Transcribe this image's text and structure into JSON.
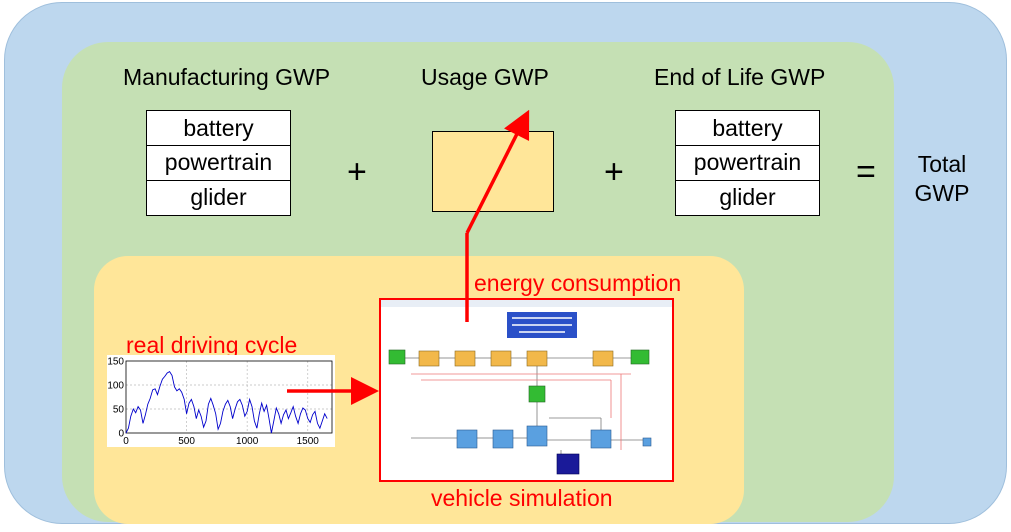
{
  "headers": {
    "manufacturing": "Manufacturing GWP",
    "usage": "Usage GWP",
    "end_of_life": "End of Life GWP"
  },
  "manufacturing_stack": [
    "battery",
    "powertrain",
    "glider"
  ],
  "end_of_life_stack": [
    "battery",
    "powertrain",
    "glider"
  ],
  "operators": {
    "plus": "+",
    "equals": "="
  },
  "total": {
    "line1": "Total",
    "line2": "GWP"
  },
  "labels": {
    "energy_consumption": "energy consumption",
    "real_driving_cycle": "real driving cycle",
    "vehicle_simulation": "vehicle simulation"
  },
  "colors": {
    "outer": "#bdd7ee",
    "green": "#c5e0b4",
    "yellow": "#ffe699",
    "arrow": "#ff0000",
    "trace": "#0000cc"
  },
  "chart_data": {
    "type": "line",
    "title": "",
    "xlabel": "",
    "ylabel": "",
    "xlim": [
      0,
      1700
    ],
    "ylim": [
      0,
      150
    ],
    "x_ticks": [
      "0",
      "500",
      "1000",
      "1500"
    ],
    "y_ticks": [
      "0",
      "50",
      "100",
      "150"
    ],
    "grid": true,
    "series": [
      {
        "x": [
          0,
          20,
          40,
          60,
          80,
          100,
          120,
          140,
          160,
          180,
          200,
          220,
          240,
          260,
          280,
          300,
          320,
          340,
          360,
          380,
          400,
          420,
          440,
          460,
          480,
          500,
          520,
          540,
          560,
          580,
          600,
          620,
          640,
          660,
          680,
          700,
          720,
          740,
          760,
          780,
          800,
          820,
          840,
          860,
          880,
          900,
          920,
          940,
          960,
          980,
          1000,
          1020,
          1040,
          1060,
          1080,
          1100,
          1120,
          1140,
          1160,
          1180,
          1200,
          1220,
          1240,
          1260,
          1280,
          1300,
          1320,
          1340,
          1360,
          1380,
          1400,
          1420,
          1440,
          1460,
          1480,
          1500,
          1520,
          1540,
          1560,
          1580,
          1600,
          1620,
          1640,
          1660
        ],
        "y": [
          0,
          10,
          35,
          50,
          42,
          55,
          48,
          20,
          38,
          60,
          72,
          90,
          92,
          80,
          97,
          112,
          118,
          125,
          128,
          120,
          96,
          88,
          92,
          85,
          70,
          40,
          62,
          70,
          55,
          30,
          48,
          35,
          12,
          25,
          60,
          72,
          58,
          40,
          8,
          20,
          45,
          60,
          68,
          55,
          30,
          50,
          65,
          70,
          58,
          35,
          45,
          70,
          55,
          25,
          10,
          40,
          62,
          45,
          58,
          30,
          0,
          25,
          52,
          40,
          20,
          38,
          48,
          30,
          42,
          55,
          35,
          20,
          40,
          52,
          48,
          30,
          22,
          38,
          45,
          20,
          10,
          25,
          40,
          30
        ]
      }
    ]
  }
}
